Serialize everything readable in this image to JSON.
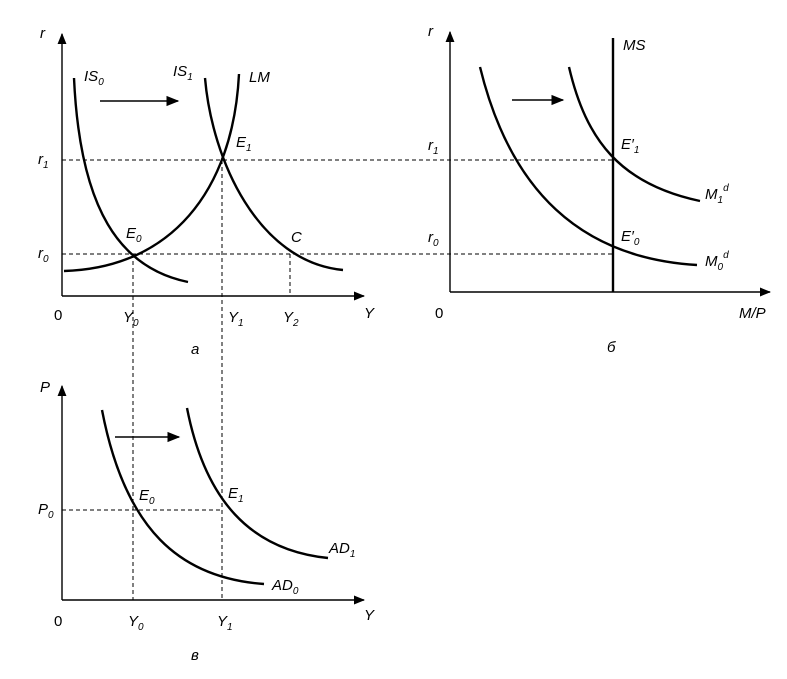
{
  "panel_a": {
    "axis_y": "r",
    "axis_x": "Y",
    "origin": "0",
    "r1": {
      "base": "r",
      "sub": "1"
    },
    "r0": {
      "base": "r",
      "sub": "0"
    },
    "y0": {
      "base": "Y",
      "sub": "0"
    },
    "y1": {
      "base": "Y",
      "sub": "1"
    },
    "y2": {
      "base": "Y",
      "sub": "2"
    },
    "is0": {
      "base": "IS",
      "sub": "0"
    },
    "is1": {
      "base": "IS",
      "sub": "1"
    },
    "lm": "LM",
    "e0": {
      "base": "E",
      "sub": "0"
    },
    "e1": {
      "base": "E",
      "sub": "1"
    },
    "c": "C",
    "caption": "а"
  },
  "panel_b": {
    "axis_y": "r",
    "axis_x": "M/P",
    "origin": "0",
    "r1": {
      "base": "r",
      "sub": "1"
    },
    "r0": {
      "base": "r",
      "sub": "0"
    },
    "ms": "MS",
    "e1p": {
      "base": "E′",
      "sub": "1"
    },
    "e0p": {
      "base": "E′",
      "sub": "0"
    },
    "m1d": {
      "base": "M",
      "sub": "1",
      "sup": "d"
    },
    "m0d": {
      "base": "M",
      "sub": "0",
      "sup": "d"
    },
    "caption": "б"
  },
  "panel_c": {
    "axis_y": "P",
    "axis_x": "Y",
    "origin": "0",
    "p0": {
      "base": "P",
      "sub": "0"
    },
    "y0": {
      "base": "Y",
      "sub": "0"
    },
    "y1": {
      "base": "Y",
      "sub": "1"
    },
    "e0": {
      "base": "E",
      "sub": "0"
    },
    "e1": {
      "base": "E",
      "sub": "1"
    },
    "ad0": {
      "base": "AD",
      "sub": "0"
    },
    "ad1": {
      "base": "AD",
      "sub": "1"
    },
    "caption": "в"
  }
}
